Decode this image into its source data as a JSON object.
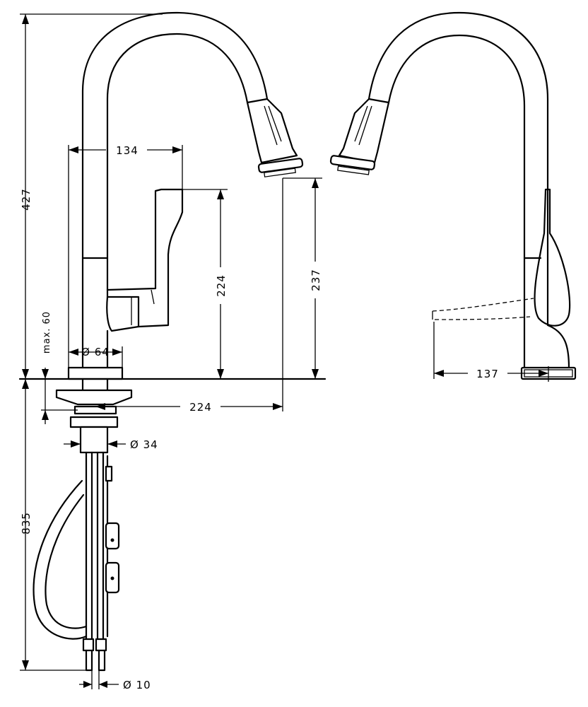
{
  "dimensions": {
    "total_height": "427",
    "spout_width": "134",
    "lever_height": "224",
    "outlet_height": "237",
    "max_deck": "max. 60",
    "base_diameter": "Ø 64",
    "reach": "224",
    "shank_diameter": "Ø 34",
    "hose_length": "835",
    "pipe_diameter": "Ø 10",
    "lever_clearance": "137"
  }
}
